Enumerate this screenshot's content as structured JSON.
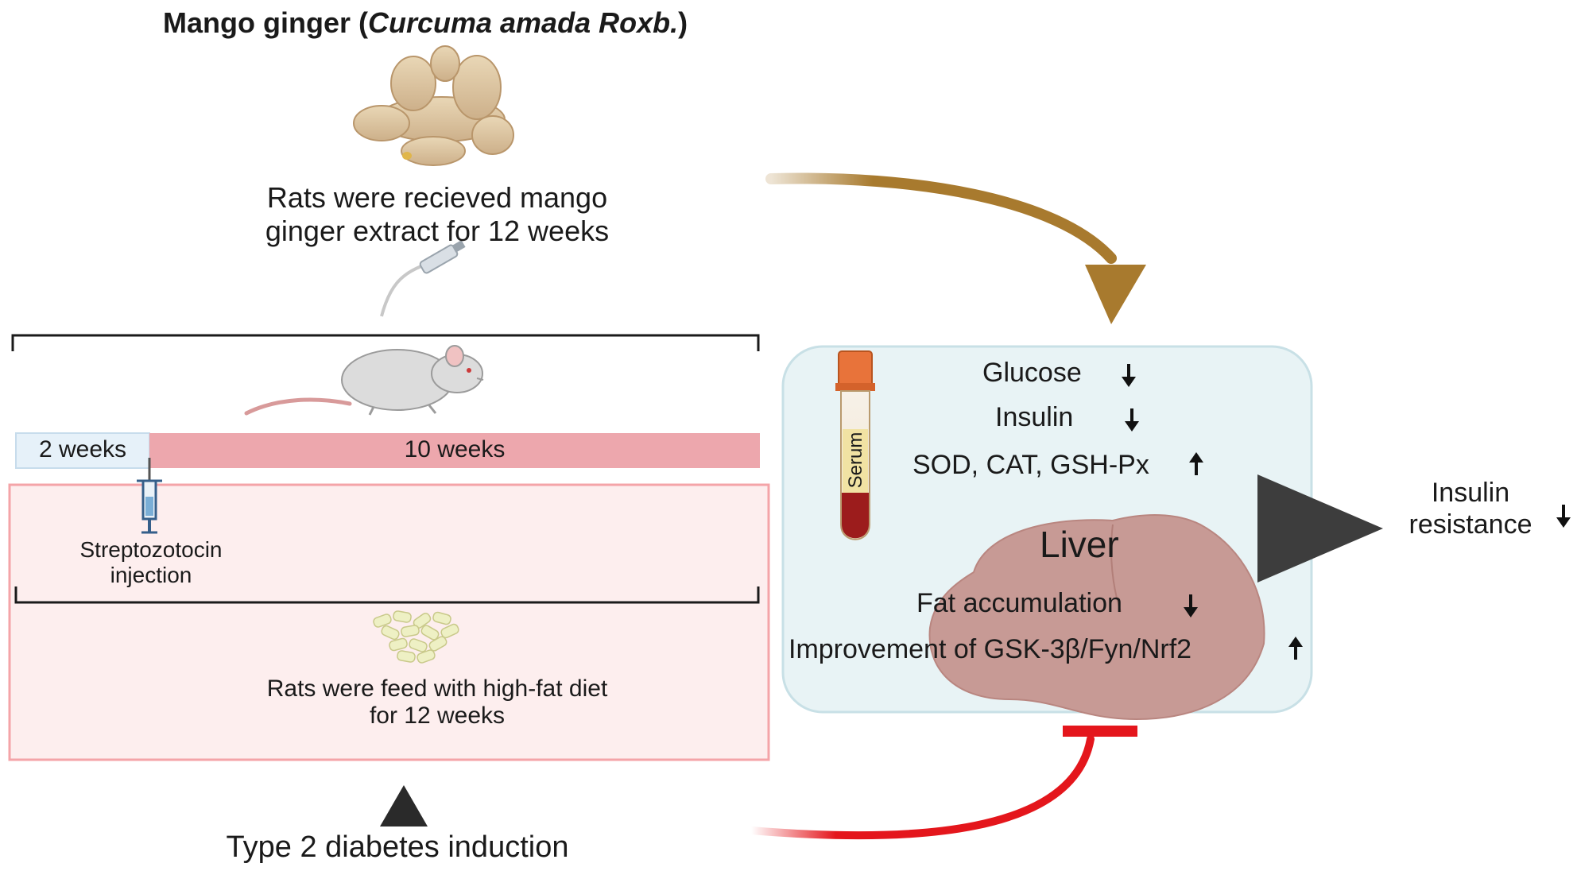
{
  "title": {
    "bold": "Mango ginger (",
    "italic": "Curcuma amada Roxb.",
    "close": ")"
  },
  "treatment": {
    "line1": "Rats were recieved mango",
    "line2": "ginger extract  for 12 weeks"
  },
  "timeline": {
    "phase1": "2 weeks",
    "phase2": "10 weeks",
    "injection_line1": "Streptozotocin",
    "injection_line2": "injection"
  },
  "diet": {
    "line1": "Rats were feed with high-fat diet",
    "line2": "for 12 weeks"
  },
  "induction": "Type 2 diabetes induction",
  "results": {
    "tube_label": "Serum",
    "glucose": "Glucose",
    "insulin": "Insulin",
    "enzymes": "SOD, CAT, GSH-Px",
    "liver": "Liver",
    "fat": "Fat accumulation",
    "pathway": "Improvement of GSK-3β/Fyn/Nrf2"
  },
  "outcome": {
    "line1": "Insulin",
    "line2": "resistance"
  },
  "colors": {
    "brown_arrow": "#a87a2e",
    "red_inhibit": "#e4161c",
    "panel_fill": "#e8f3f5",
    "timeline_pink": "#eda7ad",
    "timeline_blue": "#e6f1f9",
    "diet_box": "#fdeeee",
    "liver": "#c79a95",
    "dark_triangle": "#3d3d3d"
  }
}
